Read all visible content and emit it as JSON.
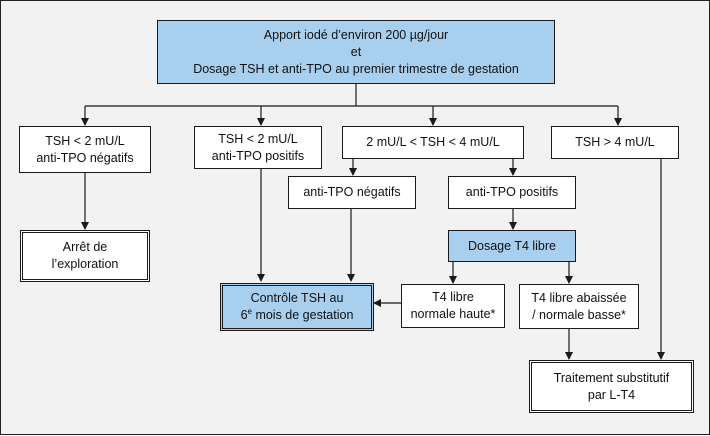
{
  "colors": {
    "background": "#f2f2f2",
    "highlight_fill": "#a8d0ee",
    "box_fill": "#ffffff",
    "line": "#1a1a1a"
  },
  "nodes": {
    "root": {
      "line1": "Apport iodé d’environ 200 µg/jour",
      "line2": "et",
      "line3": "Dosage TSH et anti-TPO au premier trimestre de gestation"
    },
    "tsh_low_neg": {
      "line1": "TSH < 2 mU/L",
      "line2": "anti-TPO négatifs"
    },
    "tsh_low_pos": {
      "line1": "TSH < 2 mU/L",
      "line2": "anti-TPO positifs"
    },
    "tsh_mid": {
      "line1": "2 mU/L < TSH < 4 mU/L"
    },
    "tsh_high": {
      "line1": "TSH > 4 mU/L"
    },
    "mid_neg": {
      "line1": "anti-TPO négatifs"
    },
    "mid_pos": {
      "line1": "anti-TPO positifs"
    },
    "t4_dosage": {
      "line1": "Dosage T4 libre"
    },
    "stop": {
      "line1": "Arrêt de",
      "line2": "l’exploration"
    },
    "control": {
      "line1": "Contrôle TSH au",
      "line2_pre": "6",
      "line2_sup": "e",
      "line2_post": " mois de gestation"
    },
    "t4_normal_high": {
      "line1": "T4 libre",
      "line2": "normale haute*"
    },
    "t4_low": {
      "line1": "T4 libre abaissée",
      "line2": "/ normale basse*"
    },
    "treatment": {
      "line1": "Traitement substitutif",
      "line2": "par L-T4"
    }
  }
}
